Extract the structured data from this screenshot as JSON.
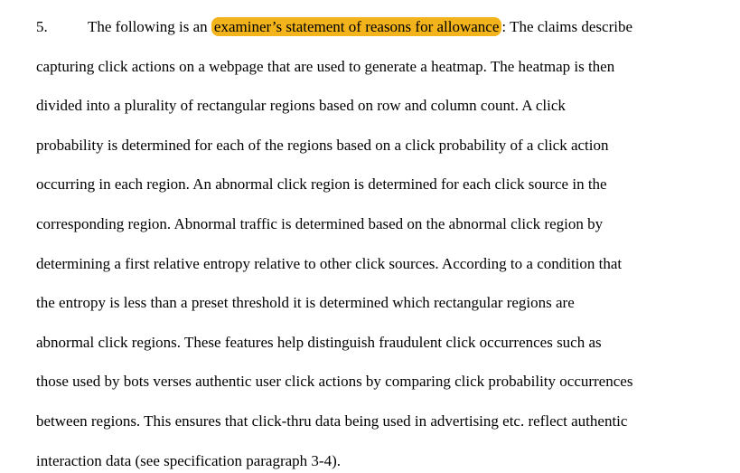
{
  "document": {
    "paragraph_number": "5.",
    "highlight_color": "#F2B31B",
    "first_line": {
      "before": "The following is an ",
      "highlight": "examiner’s statement of reasons for allowance",
      "after": ": The claims describe"
    },
    "lines": [
      "capturing click actions on a webpage that are used to generate a heatmap. The heatmap is then",
      "divided into a plurality of rectangular regions based on row and column count. A click",
      "probability is determined for each of the regions based on a click probability of a click action",
      "occurring in each region. An abnormal click region is determined for each click source in the",
      "corresponding region. Abnormal traffic is determined based on the abnormal click region by",
      "determining a first relative entropy relative to other click sources. According to a condition that",
      "the entropy is less than a preset threshold it is determined which rectangular regions are",
      "abnormal click regions. These features help distinguish fraudulent click occurrences such as",
      "those used by bots verses authentic user click actions by comparing click probability occurrences",
      "between regions. This ensures that click-thru data being used in advertising etc. reflect authentic",
      "interaction data (see specification paragraph 3-4)."
    ]
  }
}
